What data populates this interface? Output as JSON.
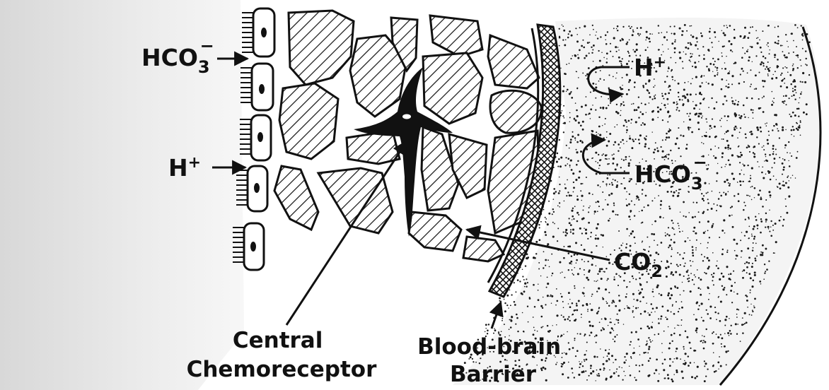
{
  "diagram": {
    "labels": {
      "hco3_left": {
        "base": "HCO",
        "sub": "3",
        "sup": "−"
      },
      "h_left": {
        "base": "H",
        "sup": "+"
      },
      "h_right": {
        "base": "H",
        "sup": "+"
      },
      "hco3_right": {
        "base": "HCO",
        "sub": "3",
        "sup": "−"
      },
      "co2": {
        "base": "CO",
        "sub": "2"
      },
      "central_chemoreceptor": [
        "Central",
        "Chemoreceptor"
      ],
      "blood_brain_barrier": [
        "Blood-brain",
        "Barrier"
      ]
    },
    "colors": {
      "ink": "#111111",
      "background": "#ffffff",
      "stipple": "#1a1a1a",
      "shade": "#e6e6e6"
    }
  }
}
